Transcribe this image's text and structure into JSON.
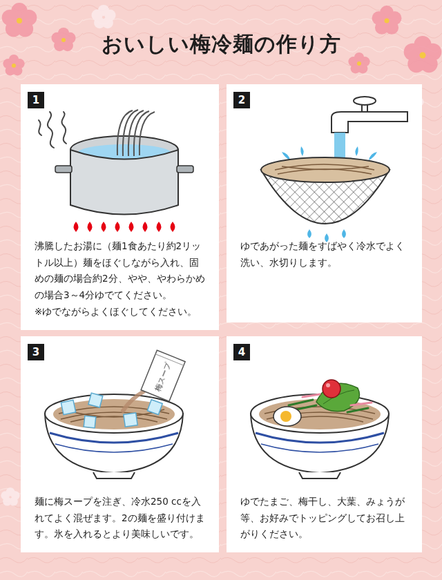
{
  "diagram": {
    "title": "おいしい梅冷麺の作り方",
    "nodes": [
      {
        "text": [
          "1",
          "沸騰したお湯に（麺1食あたり約2リットル以上）麺をほぐしながら入れ、固めの麺の場合約2分、やや、やわらかめの場合3～4分ゆでてください。",
          "※ゆでながらよくほぐしてください。"
        ]
      },
      {
        "text": [
          "2",
          "ゆであがった麺をすばやく冷水でよく洗い、水切りします。"
        ]
      },
      {
        "text": [
          "3",
          "麺に梅スープを注ぎ、冷水250 ccを入れてよく混ぜます。2の麺を盛り付けます。氷を入れるとより美味しいです。"
        ]
      },
      {
        "text": [
          "4",
          "ゆでたまご、梅干し、大葉、みょうが等、お好みでトッピングしてお召し上がりください。"
        ]
      }
    ],
    "labels": [
      "梅スープ"
    ]
  }
}
